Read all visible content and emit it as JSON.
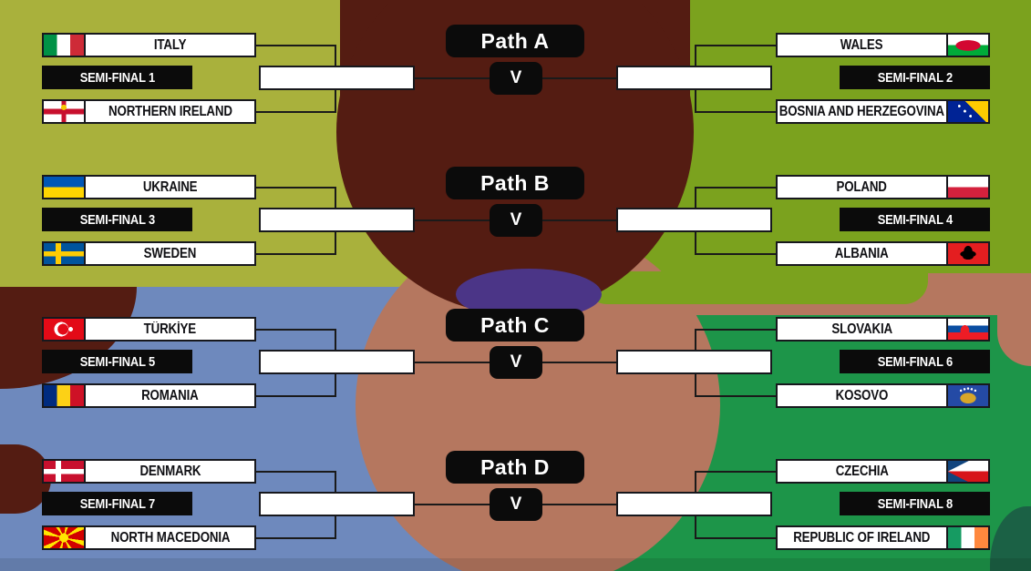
{
  "colors": {
    "olive": "#a9b13c",
    "apple_green": "#7ba21e",
    "maroon": "#541c12",
    "blue": "#6e89bd",
    "green": "#1d9549",
    "tan": "#b5775f",
    "purple": "#4b3587",
    "dark_green": "#1b6145",
    "box_black": "#0b0b0b",
    "box_white": "#ffffff"
  },
  "paths": [
    {
      "label": "Path A",
      "versus": "V",
      "left": {
        "semi_label": "SEMI-FINAL 1",
        "team1": {
          "name": "ITALY",
          "flag": "italy"
        },
        "team2": {
          "name": "NORTHERN IRELAND",
          "flag": "northern-ireland"
        }
      },
      "right": {
        "semi_label": "SEMI-FINAL 2",
        "team1": {
          "name": "WALES",
          "flag": "wales"
        },
        "team2": {
          "name": "BOSNIA AND HERZEGOVINA",
          "flag": "bosnia-and-herzegovina"
        }
      }
    },
    {
      "label": "Path B",
      "versus": "V",
      "left": {
        "semi_label": "SEMI-FINAL 3",
        "team1": {
          "name": "UKRAINE",
          "flag": "ukraine"
        },
        "team2": {
          "name": "SWEDEN",
          "flag": "sweden"
        }
      },
      "right": {
        "semi_label": "SEMI-FINAL 4",
        "team1": {
          "name": "POLAND",
          "flag": "poland"
        },
        "team2": {
          "name": "ALBANIA",
          "flag": "albania"
        }
      }
    },
    {
      "label": "Path C",
      "versus": "V",
      "left": {
        "semi_label": "SEMI-FINAL 5",
        "team1": {
          "name": "TÜRKİYE",
          "flag": "turkiye"
        },
        "team2": {
          "name": "ROMANIA",
          "flag": "romania"
        }
      },
      "right": {
        "semi_label": "SEMI-FINAL 6",
        "team1": {
          "name": "SLOVAKIA",
          "flag": "slovakia"
        },
        "team2": {
          "name": "KOSOVO",
          "flag": "kosovo"
        }
      }
    },
    {
      "label": "Path D",
      "versus": "V",
      "left": {
        "semi_label": "SEMI-FINAL 7",
        "team1": {
          "name": "DENMARK",
          "flag": "denmark"
        },
        "team2": {
          "name": "NORTH MACEDONIA",
          "flag": "north-macedonia"
        }
      },
      "right": {
        "semi_label": "SEMI-FINAL 8",
        "team1": {
          "name": "CZECHIA",
          "flag": "czechia"
        },
        "team2": {
          "name": "REPUBLIC OF IRELAND",
          "flag": "republic-of-ireland"
        }
      }
    }
  ]
}
